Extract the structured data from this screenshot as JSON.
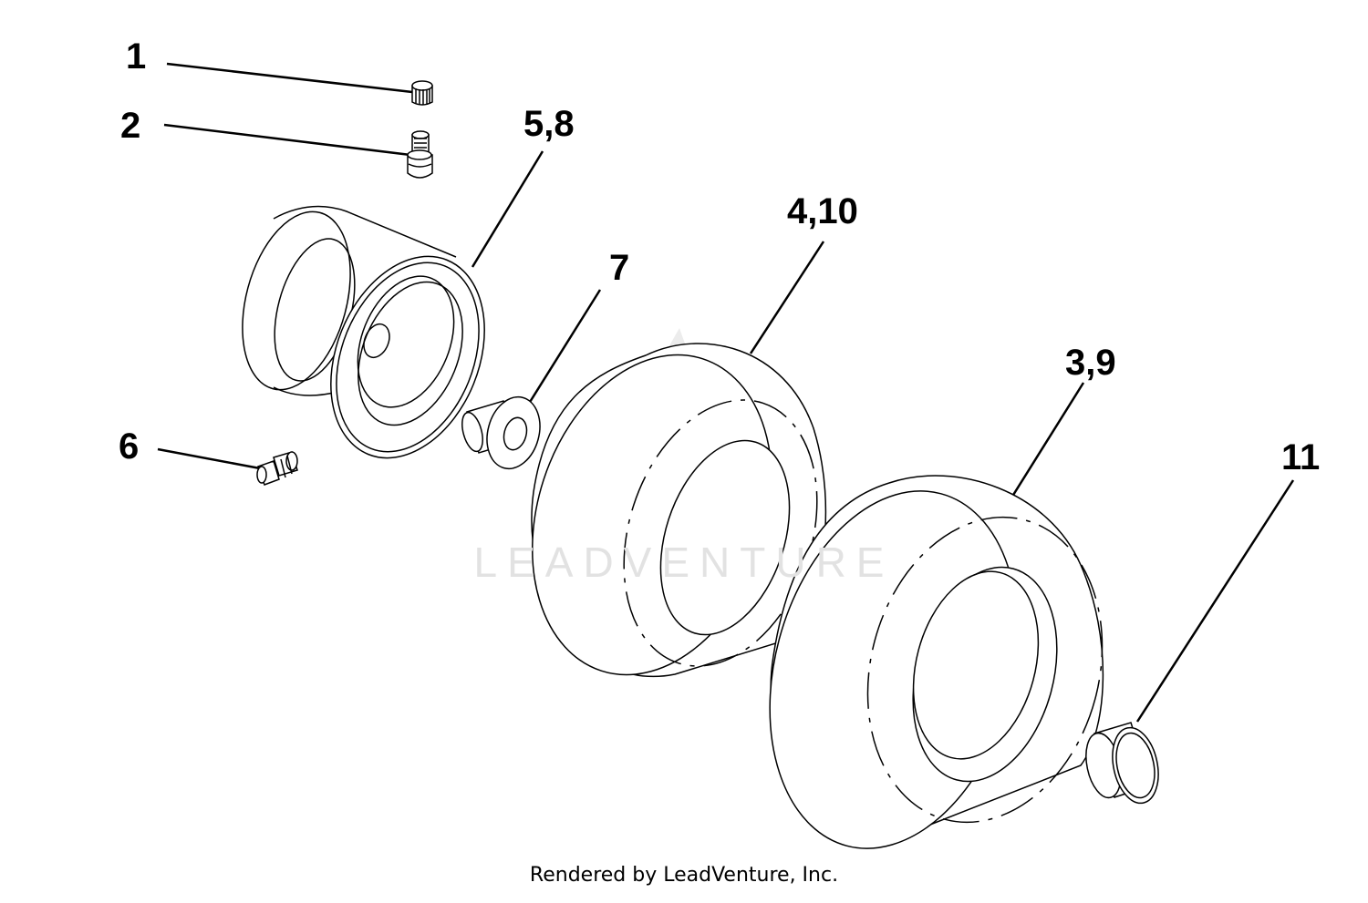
{
  "callouts": {
    "c1": "1",
    "c2": "2",
    "c58": "5,8",
    "c7": "7",
    "c410": "4,10",
    "c39": "3,9",
    "c6": "6",
    "c11": "11"
  },
  "watermark": {
    "text": "LEADVENTURE",
    "icon": "flame-v-logo-icon"
  },
  "footer": {
    "text": "Rendered by LeadVenture, Inc."
  },
  "colors": {
    "line": "#000000",
    "watermark": "#e2e2e2",
    "background": "#ffffff"
  }
}
